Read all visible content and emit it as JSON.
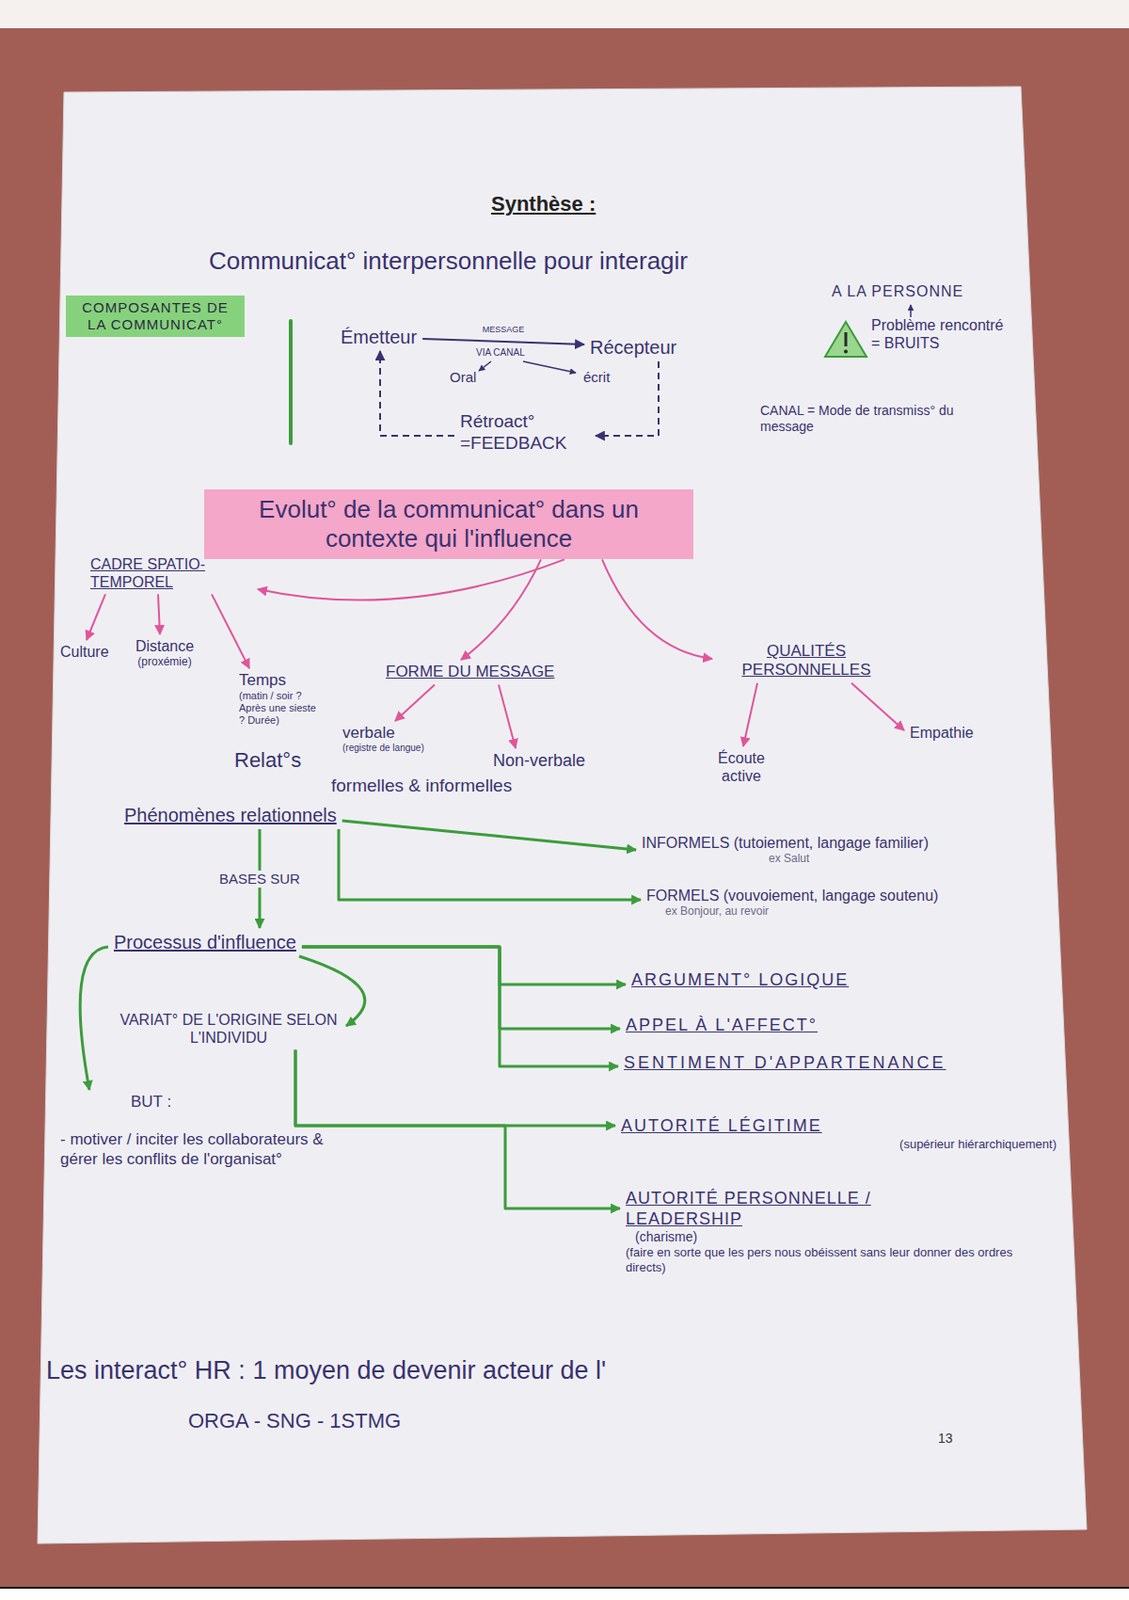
{
  "diagram": {
    "title": "Synthèse :",
    "nodes": [
      {
        "text": [
          "COMPOSANTES DE LA COMMUNICAT°"
        ]
      },
      {
        "text": [
          "Émetteur"
        ]
      },
      {
        "text": [
          "Récepteur"
        ]
      },
      {
        "text": [
          "Rétroact° =FEEDBACK"
        ]
      },
      {
        "text": [
          "Evolut° de la communicat° dans un contexte qui l'influence"
        ]
      },
      {
        "text": [
          "CADRE SPATIO-TEMPOREL"
        ]
      },
      {
        "text": [
          "FORME DU MESSAGE"
        ]
      },
      {
        "text": [
          "QUALITÉS PERSONNELLES"
        ]
      },
      {
        "text": [
          "Culture"
        ]
      },
      {
        "text": [
          "Distance",
          "(proxémie)"
        ]
      },
      {
        "text": [
          "Temps",
          "(matin / soir ? Après une sieste ? Durée)"
        ]
      },
      {
        "text": [
          "verbale",
          "(registre de langue)"
        ]
      },
      {
        "text": [
          "Non-verbale"
        ]
      },
      {
        "text": [
          "Écoute active"
        ]
      },
      {
        "text": [
          "Empathie"
        ]
      },
      {
        "text": [
          "Phénomènes relationnels"
        ]
      },
      {
        "text": [
          "INFORMELS (tutoiement, langage familier)",
          "ex Salut"
        ]
      },
      {
        "text": [
          "FORMELS (vouvoiement, langage soutenu)",
          "ex Bonjour, au revoir"
        ]
      },
      {
        "text": [
          "Processus d'influence"
        ]
      },
      {
        "text": [
          "ARGUMENT° LOGIQUE"
        ]
      },
      {
        "text": [
          "APPEL À L'AFFECT°"
        ]
      },
      {
        "text": [
          "SENTIMENT D'APPARTENANCE"
        ]
      },
      {
        "text": [
          "VARIAT° DE L'ORIGINE SELON L'INDIVIDU"
        ]
      },
      {
        "text": [
          "AUTORITÉ LÉGITIME",
          "(supérieur hiérarchiquement)"
        ]
      },
      {
        "text": [
          "AUTORITÉ PERSONNELLE / LEADERSHIP",
          "(charisme)",
          "(faire en sorte que les pers nous obéissent sans leur donner des ordres directs)"
        ]
      },
      {
        "text": [
          "BUT :",
          "- motiver / inciter les collaborateurs & gérer les conflits de l'organisat°"
        ]
      }
    ],
    "edges": [
      {
        "from": 1,
        "to": 2,
        "label": "MESSAGE",
        "arrow": "to"
      },
      {
        "from": 2,
        "to": 3,
        "arrow": "to"
      },
      {
        "from": 3,
        "to": 1,
        "arrow": "to"
      },
      {
        "from": 4,
        "to": 5,
        "arrow": "to"
      },
      {
        "from": 4,
        "to": 6,
        "arrow": "to"
      },
      {
        "from": 4,
        "to": 7,
        "arrow": "to"
      },
      {
        "from": 5,
        "to": 8,
        "arrow": "to"
      },
      {
        "from": 5,
        "to": 9,
        "arrow": "to"
      },
      {
        "from": 5,
        "to": 10,
        "arrow": "to"
      },
      {
        "from": 6,
        "to": 11,
        "arrow": "to"
      },
      {
        "from": 6,
        "to": 12,
        "arrow": "to"
      },
      {
        "from": 7,
        "to": 13,
        "arrow": "to"
      },
      {
        "from": 7,
        "to": 14,
        "arrow": "to"
      },
      {
        "from": 15,
        "to": 16,
        "arrow": "to"
      },
      {
        "from": 15,
        "to": 17,
        "arrow": "to"
      },
      {
        "from": 15,
        "to": 18,
        "label": "BASES SUR",
        "arrow": "to"
      },
      {
        "from": 18,
        "to": 19,
        "arrow": "to"
      },
      {
        "from": 18,
        "to": 20,
        "arrow": "to"
      },
      {
        "from": 18,
        "to": 21,
        "arrow": "to"
      },
      {
        "from": 18,
        "to": 22,
        "arrow": "to"
      },
      {
        "from": 18,
        "to": 25,
        "arrow": "to"
      },
      {
        "from": 22,
        "to": 23,
        "arrow": "to"
      },
      {
        "from": 22,
        "to": 24,
        "arrow": "to"
      }
    ],
    "labels": [
      "Communicat° interpersonnelle pour interagir",
      "VIA CANAL",
      "Oral",
      "écrit",
      "A LA PERSONNE",
      "Problème rencontré = BRUITS",
      "CANAL = Mode de transmiss° du message",
      "Relat°s",
      "formelles & informelles",
      "Les interact° HR : 1 moyen de devenir acteur de l'",
      "ORGA - SNG - 1STMG",
      "13"
    ]
  }
}
